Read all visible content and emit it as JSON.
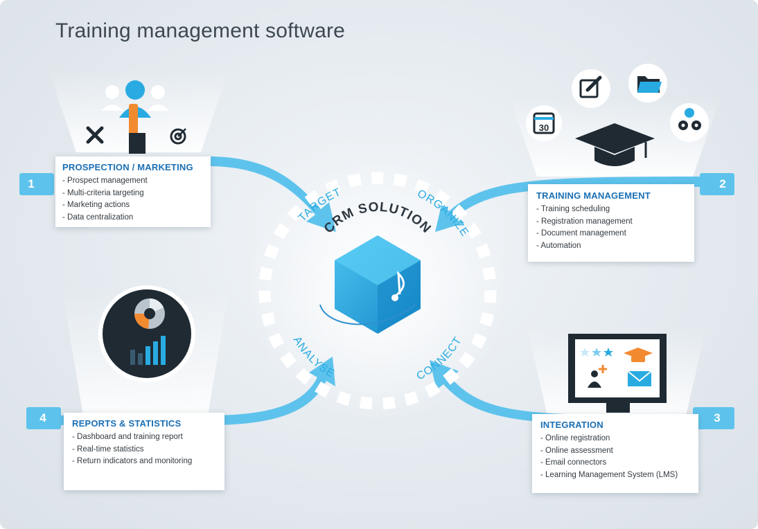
{
  "title": "Training management software",
  "center": {
    "label": "CRM SOLUTION",
    "phases": {
      "target": "TARGET",
      "organize": "ORGANIZE",
      "connect": "CONNECT",
      "analyse": "ANALYSE"
    }
  },
  "steps": [
    {
      "number": "1",
      "heading": "PROSPECTION / MARKETING",
      "items": [
        "Prospect management",
        "Multi-criteria targeting",
        "Marketing actions",
        "Data centralization"
      ]
    },
    {
      "number": "2",
      "heading": "TRAINING MANAGEMENT",
      "items": [
        "Training scheduling",
        "Registration management",
        "Document management",
        "Automation"
      ]
    },
    {
      "number": "3",
      "heading": "INTEGRATION",
      "items": [
        "Online registration",
        "Online assessment",
        "Email connectors",
        "Learning Management System (LMS)"
      ]
    },
    {
      "number": "4",
      "heading": "REPORTS & STATISTICS",
      "items": [
        "Dashboard and training report",
        "Real-time statistics",
        "Return indicators and monitoring"
      ]
    }
  ],
  "calendar_day": "30",
  "colors": {
    "accent_blue": "#29abe2",
    "heading_blue": "#1a6fb5",
    "arrow_blue": "#5ec3ec",
    "orange": "#f28a30",
    "dark": "#1f2a33"
  },
  "icons": [
    "user-group-icon",
    "pencil-ruler-icon",
    "target-icon",
    "calendar-icon",
    "edit-icon",
    "folder-icon",
    "gears-icon",
    "graduation-cap-icon",
    "pie-chart-icon",
    "bar-chart-icon",
    "monitor-icon",
    "stars-icon",
    "add-user-icon",
    "email-icon",
    "cube-logo-icon"
  ]
}
